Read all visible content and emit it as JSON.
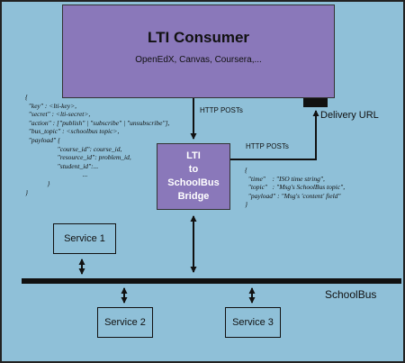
{
  "colors": {
    "background": "#8fc0d8",
    "box_fill": "#8a78ba",
    "line": "#111111",
    "text_dark": "#111111",
    "text_light": "#ffffff"
  },
  "consumer": {
    "title": "LTI Consumer",
    "subtitle": "OpenEdX, Canvas, Coursera,..."
  },
  "bridge": {
    "lines": [
      "LTI",
      "to",
      "SchoolBus",
      "Bridge"
    ]
  },
  "services": [
    "Service 1",
    "Service 2",
    "Service 3"
  ],
  "bus_label": "SchoolBus",
  "http_posts_label": "HTTP POSTs",
  "delivery_label": "Delivery URL",
  "request_format": [
    "{",
    "  \"key\" : <lti-key>,",
    "  \"secret\" : <lti-secret>,",
    "  \"action\" : [\"publish\" | \"subscribe\" | \"unsubscribe\"],",
    "  \"bus_topic\" : <schoolbus topic>,",
    "  \"payload\" {",
    "                   \"course_id\": course_id,",
    "                   \"resource_id\": problem_id,",
    "                   \"student_id\":...",
    "                                  ...",
    "             }",
    "}"
  ],
  "delivery_format": [
    "{",
    "  \"time\"    : \"ISO time string\",",
    "  \"topic\"   : \"Msg's SchoolBus topic\",",
    "  \"payload\" : \"Msg's 'content' field\"",
    "}"
  ],
  "icons": {
    "arrow": "arrowhead",
    "double_arrow": "double-headed-arrow",
    "endpoint": "delivery-url-endpoint"
  }
}
